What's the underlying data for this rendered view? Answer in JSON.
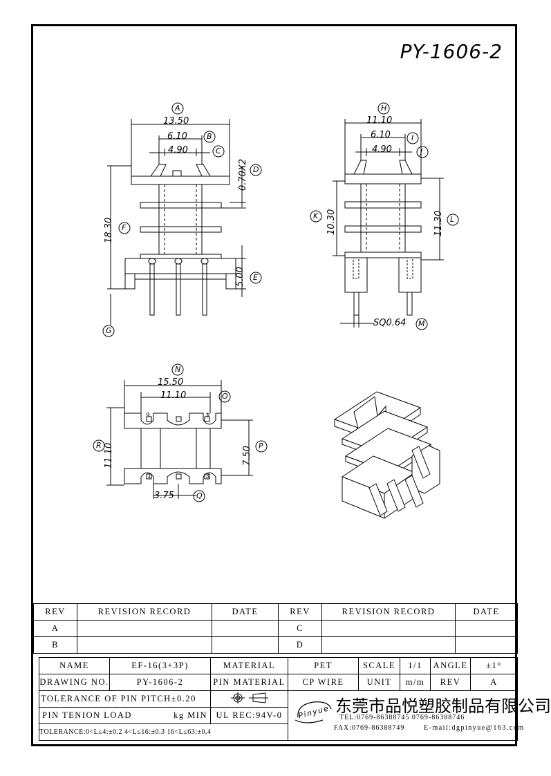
{
  "drawing_number": "PY-1606-2",
  "dimensions": {
    "A": {
      "letter": "A",
      "value": "13.50"
    },
    "B": {
      "letter": "B",
      "value": "6.10"
    },
    "C": {
      "letter": "C",
      "value": "4.90"
    },
    "D": {
      "letter": "D",
      "value": "0.70X2"
    },
    "E": {
      "letter": "E",
      "value": "5.00"
    },
    "F": {
      "letter": "F",
      "value": "18.30"
    },
    "G": {
      "letter": "G"
    },
    "H": {
      "letter": "H",
      "value": "11.10"
    },
    "I": {
      "letter": "I",
      "value": "6.10"
    },
    "J": {
      "letter": "J",
      "value": "4.90"
    },
    "K": {
      "letter": "K",
      "value": "10.30"
    },
    "L": {
      "letter": "L",
      "value": "11.30"
    },
    "M": {
      "letter": "M",
      "value": "SQ0.64"
    },
    "N": {
      "letter": "N",
      "value": "15.50"
    },
    "O": {
      "letter": "O",
      "value": "11.10"
    },
    "P": {
      "letter": "P",
      "value": "7.50"
    },
    "Q": {
      "letter": "Q",
      "value": "3.75"
    },
    "R": {
      "letter": "R",
      "value": "11.10"
    }
  },
  "pins": {
    "p1": "1",
    "p3": "3",
    "p4": "4",
    "p6": "6"
  },
  "revision_table": {
    "headers": [
      "REV",
      "REVISION RECORD",
      "DATE",
      "REV",
      "REVISION RECORD",
      "DATE"
    ],
    "rows": [
      [
        "A",
        "",
        "",
        "C",
        "",
        ""
      ],
      [
        "B",
        "",
        "",
        "D",
        "",
        ""
      ]
    ]
  },
  "title_block": {
    "name_label": "NAME",
    "name_value": "EF-16(3+3P)",
    "material_label": "MATERIAL",
    "material_value": "PET",
    "scale_label": "SCALE",
    "scale_value": "1/1",
    "angle_label": "ANGLE",
    "angle_value": "±1°",
    "drawing_no_label": "DRAWING NO.",
    "drawing_no_value": "PY-1606-2",
    "pin_material_label": "PIN MATERIAL",
    "pin_material_value": "CP WIRE",
    "unit_label": "UNIT",
    "unit_value": "m/m",
    "rev_label": "REV",
    "rev_value": "A",
    "tolerance_pitch": "TOLERANCE OF PIN PITCH±0.20",
    "pin_tension_label": "PIN TENION LOAD",
    "pin_tension_unit": "kg MIN",
    "ul_rec": "UL REC:94V-0",
    "tolerance_line": "TOLERANCE:0<L≤4:±0.2  4<L≤16:±0.3  16<L≤63:±0.4",
    "logo_text": "Pinyue",
    "company_name": "东莞市品悦塑胶制品有限公司",
    "tel": "TEL:0769-86388745   0769-86388746",
    "fax": "FAX:0769-86388749",
    "email": "E-mail:dgpinyue@163.com"
  }
}
